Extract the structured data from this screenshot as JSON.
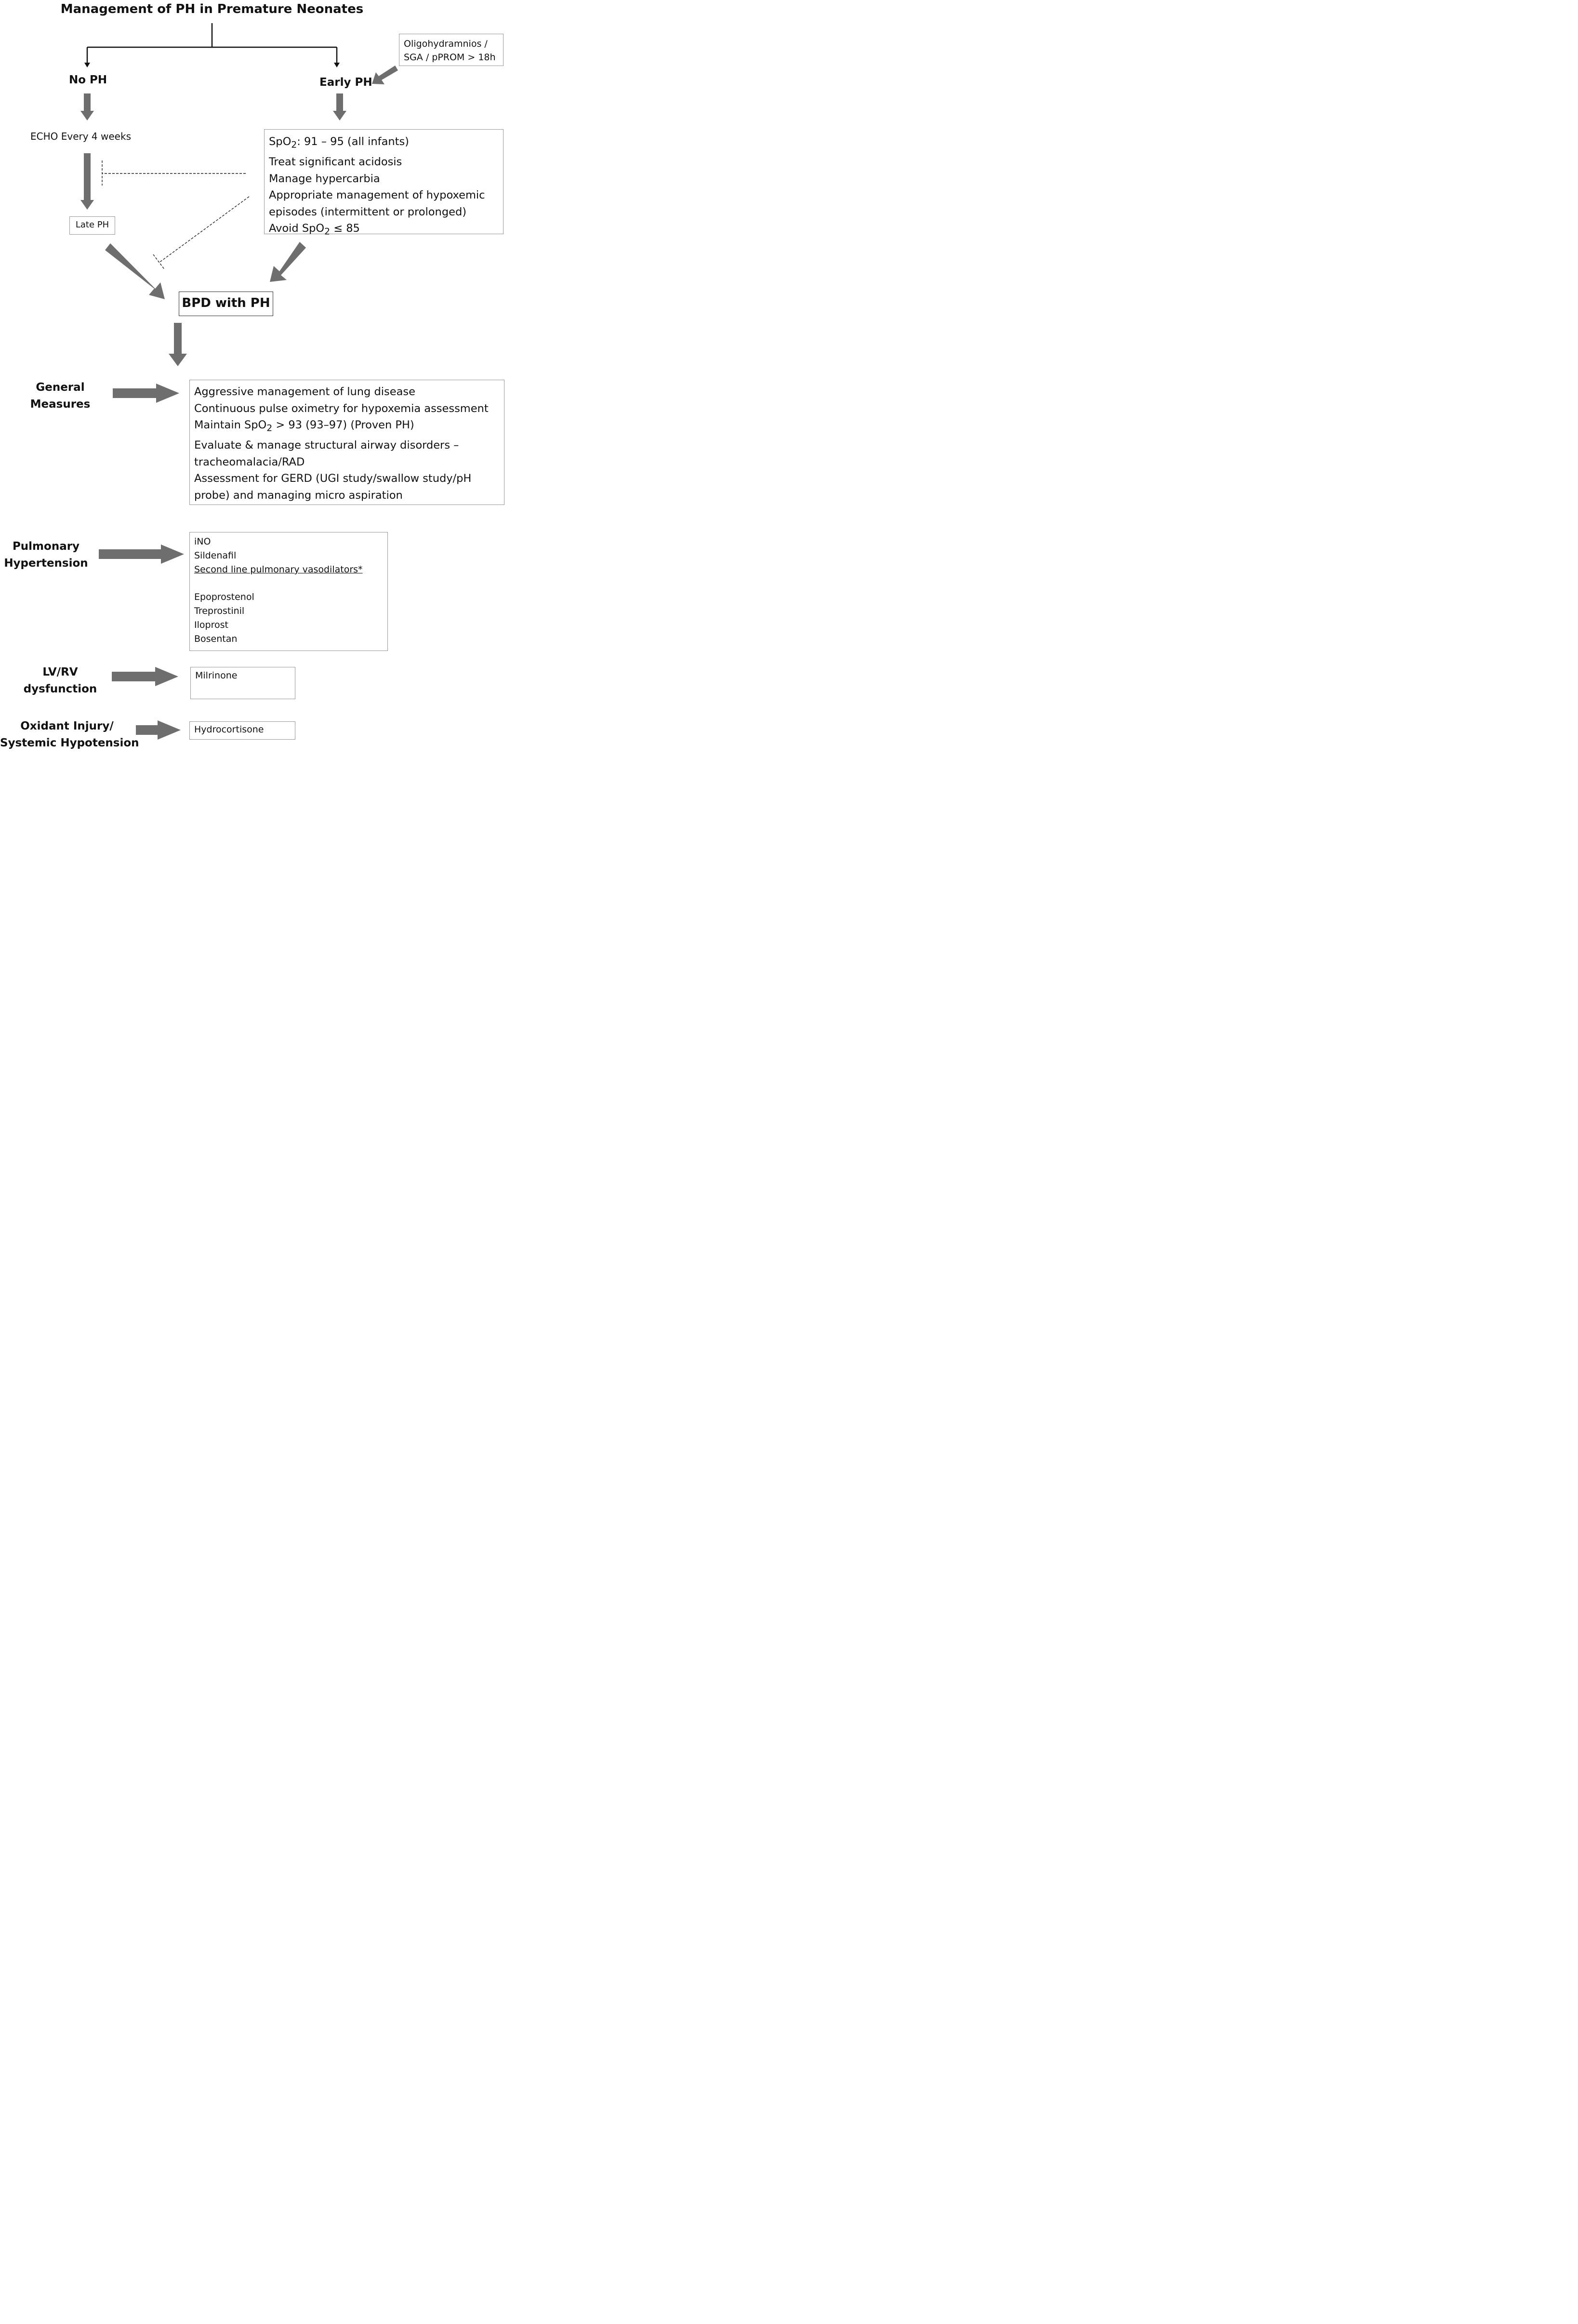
{
  "title": "Management of PH in Premature Neonates",
  "branches": {
    "no_ph": "No PH",
    "early_ph": "Early PH"
  },
  "risk_factors": [
    "Oligohydramnios /",
    "SGA / pPROM > 18h"
  ],
  "echo": "ECHO Every 4 weeks",
  "late_ph": "Late PH",
  "early_box": {
    "lines": [
      {
        "pre": "SpO",
        "sub": "2",
        "post": ": 91 – 95 (all infants)"
      },
      {
        "pre": "Treat significant acidosis",
        "sub": "",
        "post": ""
      },
      {
        "pre": "Manage hypercarbia",
        "sub": "",
        "post": ""
      },
      {
        "pre": "Appropriate management of hypoxemic",
        "sub": "",
        "post": ""
      },
      {
        "pre": "episodes (intermittent or prolonged)",
        "sub": "",
        "post": ""
      },
      {
        "pre": "Avoid SpO",
        "sub": "2",
        "post": " ≤ 85"
      }
    ]
  },
  "bpd": "BPD with PH",
  "general": {
    "label": [
      "General",
      "Measures"
    ],
    "lines": [
      {
        "pre": "Aggressive management of lung disease",
        "sub": "",
        "post": ""
      },
      {
        "pre": "Continuous pulse oximetry for hypoxemia assessment",
        "sub": "",
        "post": ""
      },
      {
        "pre": "Maintain SpO",
        "sub": "2",
        "post": " > 93 (93–97) (Proven PH)"
      },
      {
        "pre": "Evaluate & manage structural airway disorders –",
        "sub": "",
        "post": ""
      },
      {
        "pre": "tracheomalacia/RAD",
        "sub": "",
        "post": ""
      },
      {
        "pre": "Assessment for GERD (UGI study/swallow study/pH",
        "sub": "",
        "post": ""
      },
      {
        "pre": "probe) and managing micro aspiration",
        "sub": "",
        "post": ""
      }
    ]
  },
  "pulmonary": {
    "label": [
      "Pulmonary",
      "Hypertension"
    ],
    "first": [
      "iNO",
      "Sildenafil"
    ],
    "second_heading": "Second line pulmonary vasodilators*",
    "second": [
      "Epoprostenol",
      "Treprostinil",
      "Iloprost",
      "Bosentan"
    ]
  },
  "lvrv": {
    "label": [
      "LV/RV",
      "dysfunction"
    ],
    "drug": "Milrinone"
  },
  "oxidant": {
    "label": [
      "Oxidant Injury/",
      "Systemic Hypotension"
    ],
    "drug": "Hydrocortisone"
  },
  "colors": {
    "arrow_gray": "#6e6e6e",
    "line": "#111111",
    "box_border": "#9a9a9a"
  }
}
